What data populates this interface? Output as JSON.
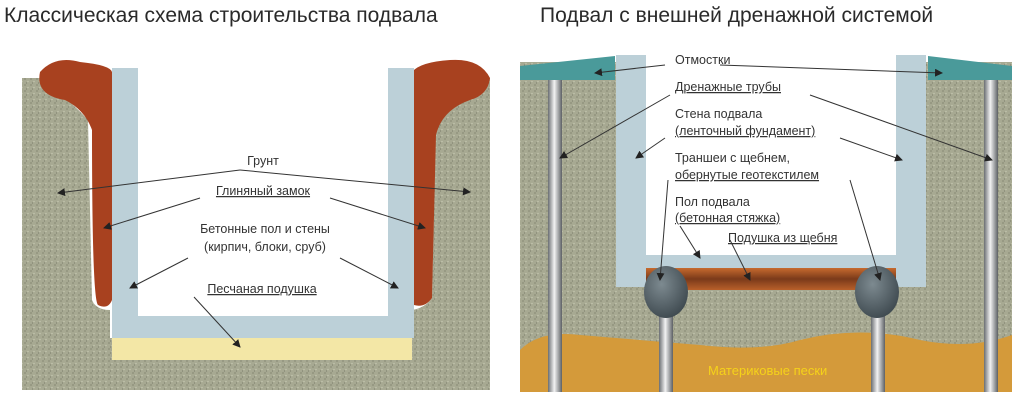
{
  "left_diagram": {
    "title": "Классическая схема строительства подвала",
    "labels": {
      "soil": "Грунт",
      "clay_lock": "Глиняный замок",
      "concrete_line1": "Бетонные пол и стены",
      "concrete_line2": "(кирпич, блоки, сруб)",
      "sand_cushion": "Песчаная подушка"
    }
  },
  "right_diagram": {
    "title": "Подвал с внешней дренажной системой",
    "labels": {
      "blind_area": "Отмостки",
      "drain_pipes": "Дренажные трубы",
      "wall_line1": "Стена подвала",
      "wall_line2": "(ленточный фундамент)",
      "trenches_line1": "Траншеи с щебнем,",
      "trenches_line2": "обернутые геотекстилем",
      "floor_line1": "Пол подвала",
      "floor_line2": "(бетонная стяжка)",
      "gravel_cushion": "Подушка из щебня",
      "bedrock_sand": "Материковые пески"
    }
  },
  "colors": {
    "soil": "#a7a992",
    "clay": "#a8411f",
    "concrete": "#bcd0d8",
    "sand": "#f3e7a6",
    "blind_area": "#4a9a9a",
    "bedrock_sand": "#d49a3a"
  }
}
